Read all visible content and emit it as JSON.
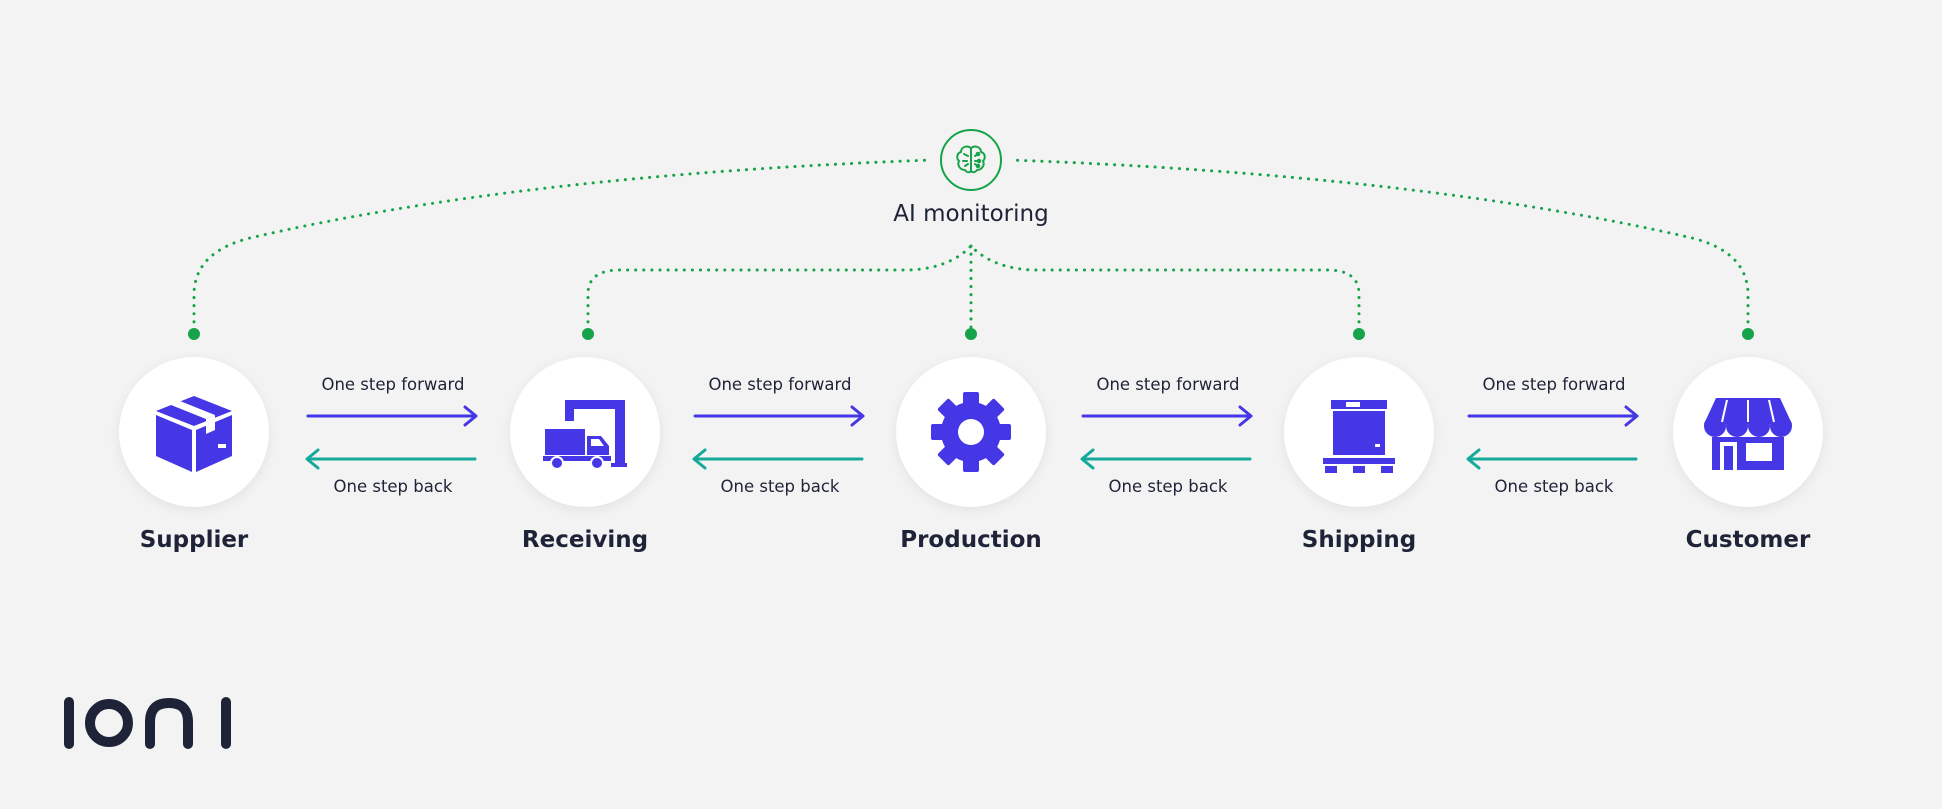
{
  "monitor": {
    "label": "AI monitoring",
    "icon": "brain-icon"
  },
  "stages": [
    {
      "name": "Supplier",
      "icon": "package-box-icon"
    },
    {
      "name": "Receiving",
      "icon": "delivery-truck-icon"
    },
    {
      "name": "Production",
      "icon": "gear-icon"
    },
    {
      "name": "Shipping",
      "icon": "pallet-box-icon"
    },
    {
      "name": "Customer",
      "icon": "storefront-icon"
    }
  ],
  "links": [
    {
      "forward": "One step forward",
      "back": "One step back"
    },
    {
      "forward": "One step forward",
      "back": "One step back"
    },
    {
      "forward": "One step forward",
      "back": "One step back"
    },
    {
      "forward": "One step forward",
      "back": "One step back"
    }
  ],
  "brand": {
    "logo_text": "ioni"
  },
  "colors": {
    "background": "#f3f3f3",
    "icon": "#4536e6",
    "forward_arrow": "#4536e6",
    "back_arrow": "#14a99a",
    "monitor_dots": "#16a34a",
    "text": "#1e2338"
  }
}
